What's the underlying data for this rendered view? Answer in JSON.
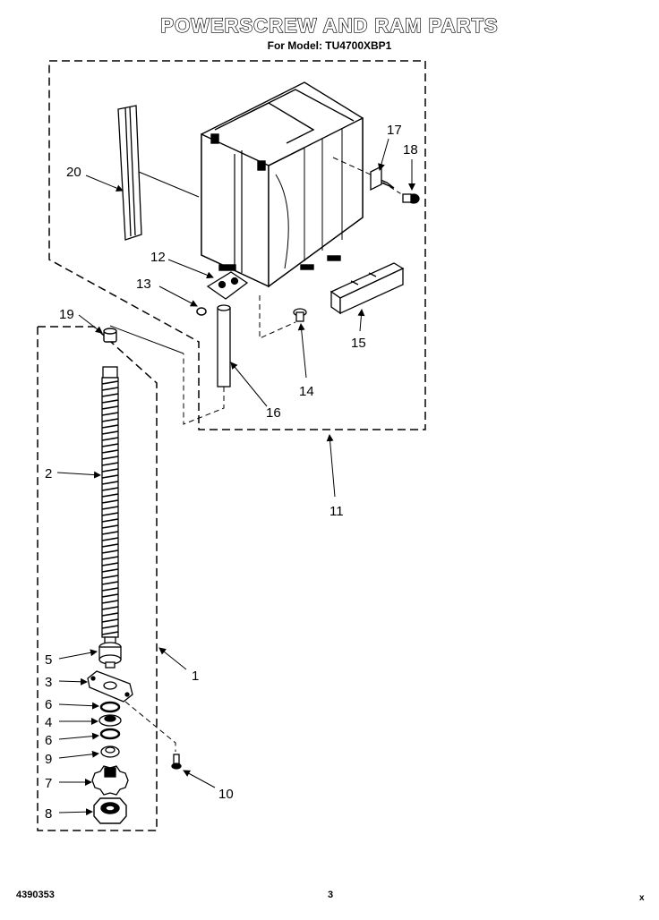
{
  "title": "POWERSCREW AND RAM PARTS",
  "subtitle": "For Model: TU4700XBP1",
  "footer": {
    "document_number": "4390353",
    "page_number": "3",
    "corner_mark": "x"
  },
  "callouts": [
    {
      "id": "callout-1",
      "label": "1"
    },
    {
      "id": "callout-2",
      "label": "2"
    },
    {
      "id": "callout-3",
      "label": "3"
    },
    {
      "id": "callout-4",
      "label": "4"
    },
    {
      "id": "callout-5",
      "label": "5"
    },
    {
      "id": "callout-6a",
      "label": "6"
    },
    {
      "id": "callout-6b",
      "label": "6"
    },
    {
      "id": "callout-7",
      "label": "7"
    },
    {
      "id": "callout-8",
      "label": "8"
    },
    {
      "id": "callout-9",
      "label": "9"
    },
    {
      "id": "callout-10",
      "label": "10"
    },
    {
      "id": "callout-11",
      "label": "11"
    },
    {
      "id": "callout-12",
      "label": "12"
    },
    {
      "id": "callout-13",
      "label": "13"
    },
    {
      "id": "callout-14",
      "label": "14"
    },
    {
      "id": "callout-15",
      "label": "15"
    },
    {
      "id": "callout-16",
      "label": "16"
    },
    {
      "id": "callout-17",
      "label": "17"
    },
    {
      "id": "callout-18",
      "label": "18"
    },
    {
      "id": "callout-19",
      "label": "19"
    },
    {
      "id": "callout-20",
      "label": "20"
    }
  ]
}
